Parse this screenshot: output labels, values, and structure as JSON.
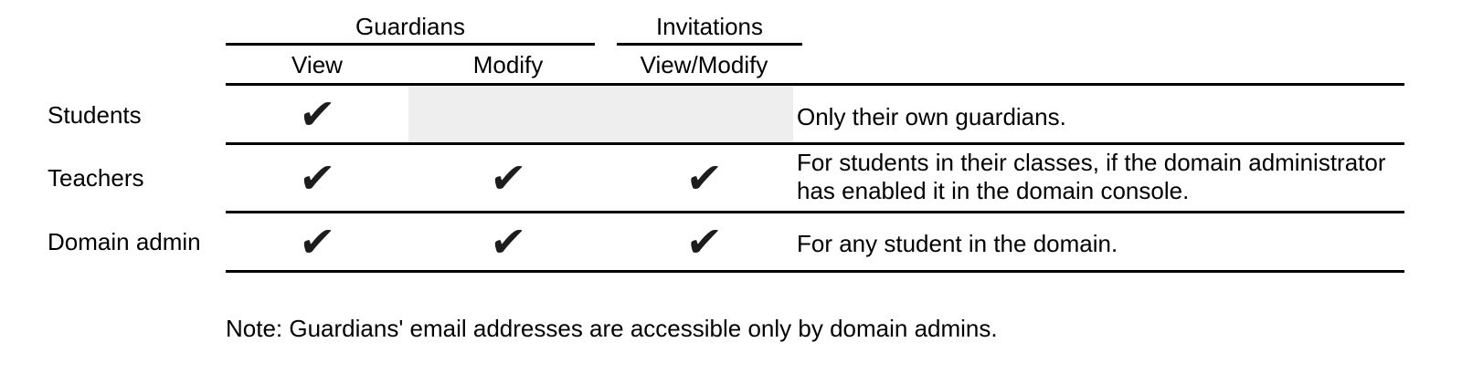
{
  "table": {
    "group_headers": [
      {
        "label": "Guardians"
      },
      {
        "label": "Invitations"
      }
    ],
    "column_headers": [
      "View",
      "Modify",
      "View/Modify"
    ],
    "check_icon": "✔",
    "rows": [
      {
        "label": "Students",
        "cells": [
          "✔",
          "",
          ""
        ],
        "note_lines": [
          "Only their own guardians."
        ]
      },
      {
        "label": "Teachers",
        "cells": [
          "✔",
          "✔",
          "✔"
        ],
        "note_lines": [
          "For students in their classes, if the domain administrator",
          "has enabled it in the domain console."
        ]
      },
      {
        "label": "Domain admin",
        "cells": [
          "✔",
          "✔",
          "✔"
        ],
        "note_lines": [
          "For any student in the domain."
        ]
      }
    ]
  },
  "colors": {
    "text": "#000000",
    "rule": "#000000",
    "disabled_cell_background": "#eeeeee",
    "check": "#1d1d1d"
  },
  "footnote": "Note: Guardians' email addresses are accessible only by domain admins."
}
